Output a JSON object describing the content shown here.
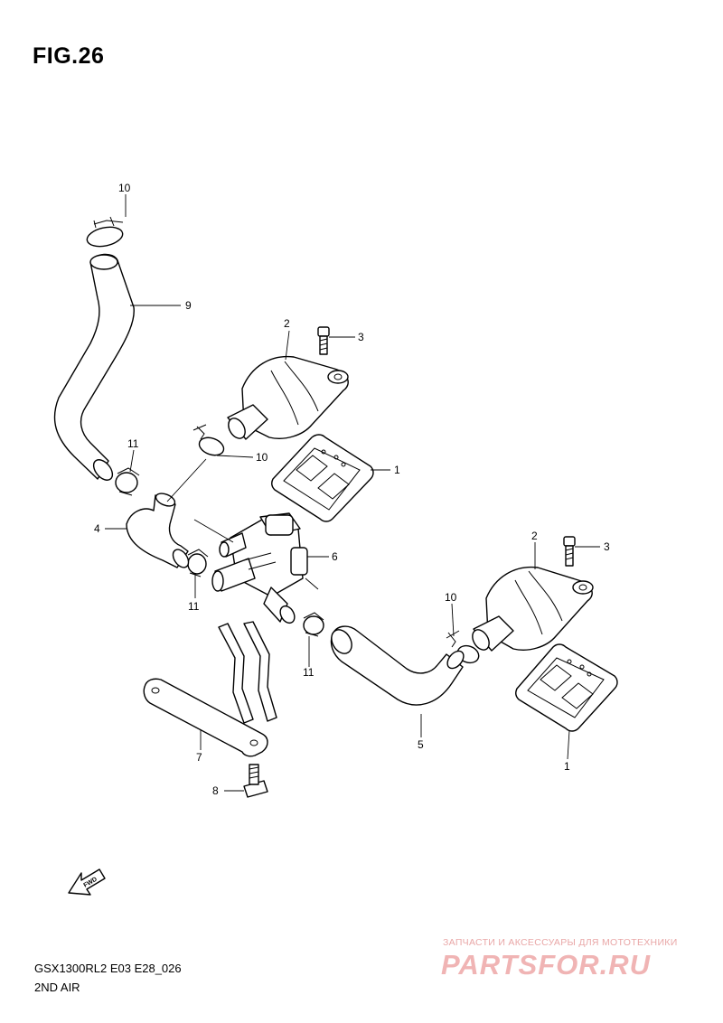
{
  "figure": {
    "title": "FIG.26",
    "model_code": "GSX1300RL2 E03 E28_026",
    "section_name": "2ND AIR"
  },
  "callouts": [
    "1",
    "1",
    "2",
    "2",
    "3",
    "3",
    "4",
    "5",
    "6",
    "7",
    "8",
    "9",
    "10",
    "10",
    "10",
    "11",
    "11",
    "11"
  ],
  "fwd_badge": {
    "label": "FWD",
    "icon": "fwd-arrow-icon"
  },
  "watermark": {
    "caption": "ЗАПЧАСТИ И АКСЕССУАРЫ ДЛЯ МОТОТЕХНИКИ",
    "logo_text": "PARTSFOR.RU",
    "color": "#f0b4b4"
  }
}
